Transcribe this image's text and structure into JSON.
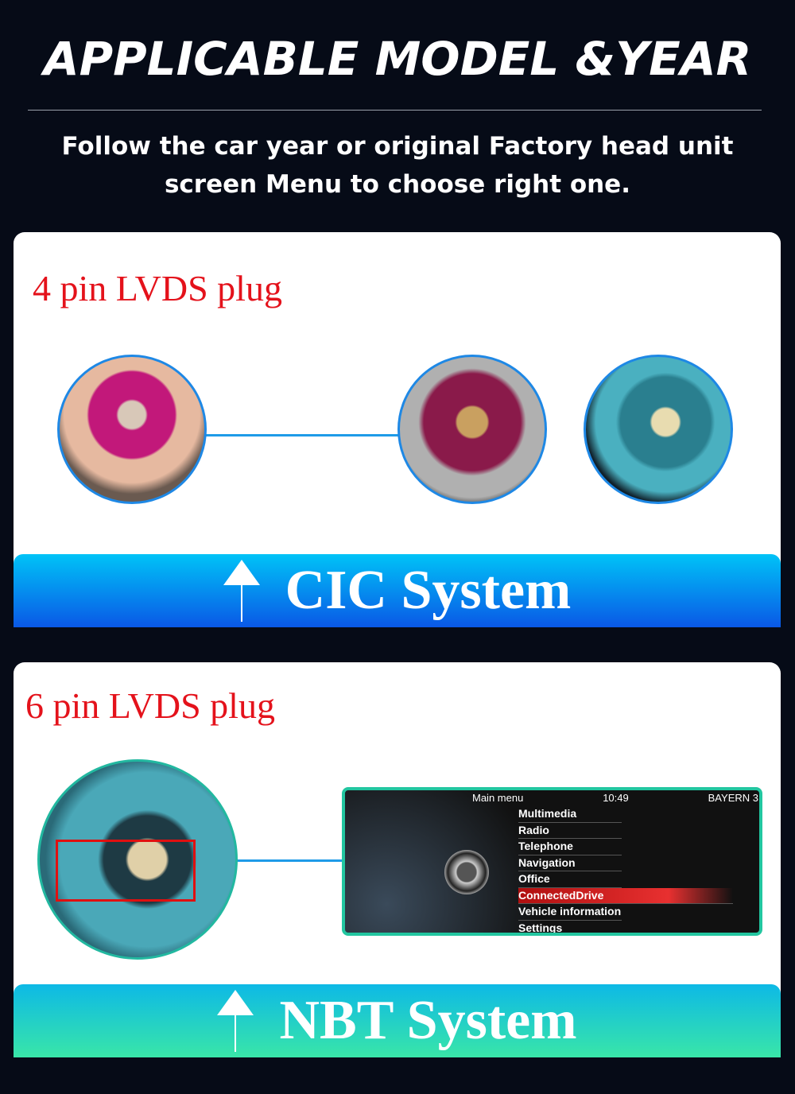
{
  "header": {
    "title": "APPLICABLE MODEL &YEAR",
    "subtitle_line1": "Follow the car year or original Factory head unit",
    "subtitle_line2": "screen Menu to choose right one."
  },
  "cic": {
    "plug_label": "4 pin LVDS plug",
    "system_label": "CIC System",
    "banner_colors": [
      "#00c3f7",
      "#0a58e6"
    ]
  },
  "nbt": {
    "plug_label": "6 pin LVDS plug",
    "system_label": "NBT System",
    "banner_colors": [
      "#0db9e6",
      "#39e6a8"
    ],
    "screen": {
      "title": "Main menu",
      "time": "10:49",
      "station": "BAYERN 3",
      "menu_items": [
        "Multimedia",
        "Radio",
        "Telephone",
        "Navigation",
        "Office",
        "ConnectedDrive",
        "Vehicle information",
        "Settings"
      ],
      "selected": "ConnectedDrive"
    }
  }
}
